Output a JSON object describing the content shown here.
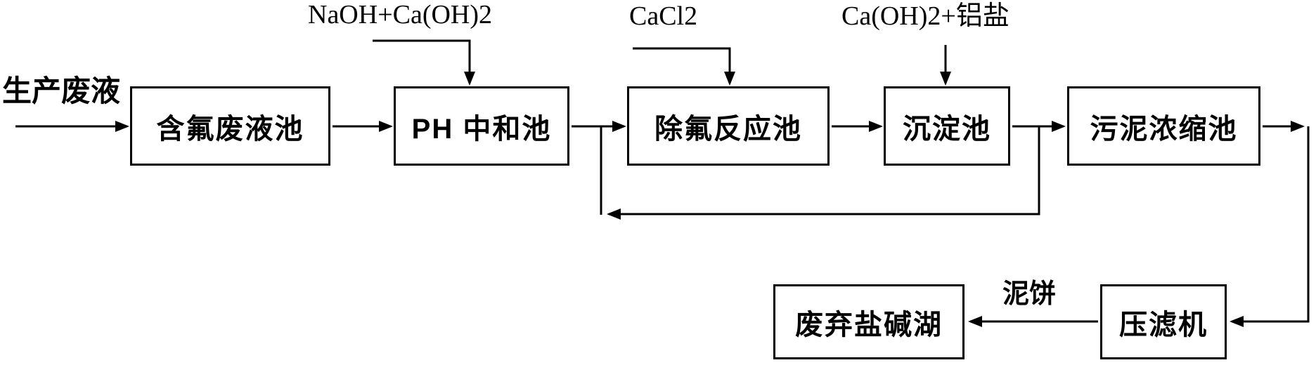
{
  "flowchart": {
    "source_label": "生产废液",
    "reagents": {
      "naoh_caoh": "NaOH+Ca(OH)2",
      "cacl2": "CaCl2",
      "caoh_aluminum_salt": "Ca(OH)2+铝盐"
    },
    "nodes": {
      "fluoride_waste_tank": "含氟废液池",
      "ph_neutralization_tank": "PH 中和池",
      "defluorination_reaction_tank": "除氟反应池",
      "sedimentation_tank": "沉淀池",
      "sludge_thickening_tank": "污泥浓缩池",
      "abandoned_salt_alkali_lake": "废弃盐碱湖",
      "filter_press": "压滤机"
    },
    "stream_labels": {
      "mud_cake": "泥饼"
    },
    "colors": {
      "line": "#000000",
      "background": "#ffffff",
      "text": "#000000"
    }
  }
}
